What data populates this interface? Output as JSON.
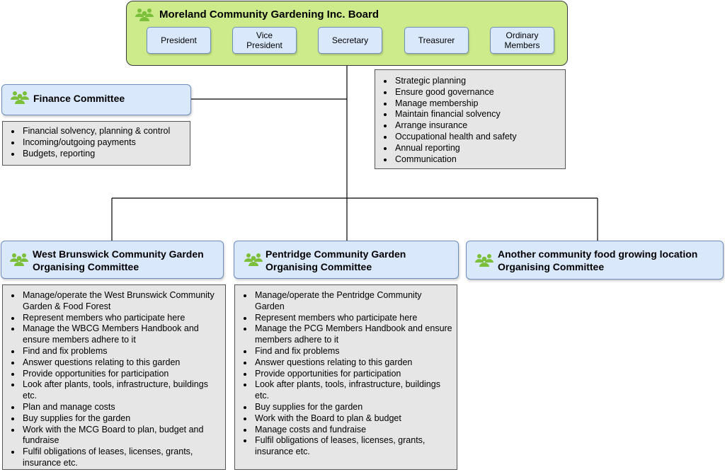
{
  "board": {
    "title": "Moreland Community Gardening Inc. Board",
    "roles": [
      "President",
      "Vice President",
      "Secretary",
      "Treasurer",
      "Ordinary Members"
    ],
    "duties": [
      "Strategic planning",
      "Ensure good governance",
      "Manage membership",
      "Maintain financial solvency",
      "Arrange insurance",
      "Occupational health and safety",
      "Annual reporting",
      "Communication"
    ]
  },
  "finance": {
    "title": "Finance Committee",
    "duties": [
      "Financial solvency, planning & control",
      "Incoming/outgoing payments",
      "Budgets, reporting"
    ]
  },
  "wbcg": {
    "title_line1": "West Brunswick Community Garden",
    "title_line2": "Organising Committee",
    "duties": [
      "Manage/operate the West Brunswick Community Garden & Food Forest",
      "Represent members who participate here",
      "Manage the WBCG Members Handbook and ensure members adhere to it",
      "Find and fix problems",
      "Answer questions relating to this garden",
      "Provide opportunities for participation",
      "Look after plants, tools, infrastructure, buildings etc.",
      "Plan and manage costs",
      "Buy supplies for the garden",
      "Work with the MCG Board to plan, budget and fundraise",
      "Fulfil obligations of leases, licenses, grants, insurance etc."
    ]
  },
  "pcg": {
    "title_line1": "Pentridge Community Garden",
    "title_line2": "Organising Committee",
    "duties": [
      "Manage/operate the Pentridge Community Garden",
      "Represent members who participate here",
      "Manage the PCG Members Handbook and ensure members adhere to it",
      "Find and fix problems",
      "Answer questions relating to this garden",
      "Provide opportunities for participation",
      "Look after plants, tools, infrastructure, buildings etc.",
      "Buy supplies for the garden",
      "Work with the Board to plan & budget",
      "Manage costs and fundraise",
      "Fulfil obligations of leases, licenses, grants, insurance etc."
    ]
  },
  "other": {
    "title_line1": "Another community food growing location",
    "title_line2": "Organising Committee"
  },
  "icon": "people-group-icon",
  "colors": {
    "board_fill": "#cdeb8b",
    "box_fill": "#dae8fc",
    "box_border": "#6c8ebf",
    "duties_fill": "#e6e6e6",
    "icon": "#7bbf3a"
  }
}
